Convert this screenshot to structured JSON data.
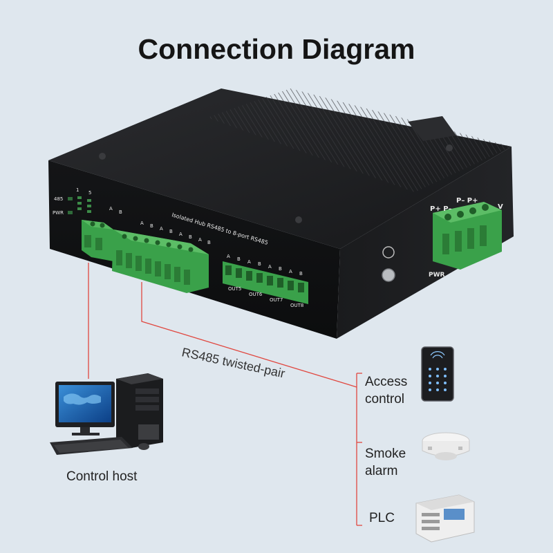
{
  "title": "Connection Diagram",
  "device": {
    "hub_label": "Isolated Hub  RS485 to 8-port RS485",
    "led_labels": [
      "485",
      "PWR"
    ],
    "led_numbers": [
      "1",
      "5"
    ],
    "port_labels": [
      "OUT5",
      "OUT6",
      "OUT7",
      "OUT8"
    ],
    "ab_letter_a": "A",
    "ab_letter_b": "B",
    "power_left": "P+ P–",
    "power_right": "P– P+",
    "power_unit": "V",
    "power_label": "PWR"
  },
  "cable_label": "RS485 twisted-pair",
  "host_label": "Control host",
  "devices": [
    {
      "line1": "Access",
      "line2": "control",
      "icon": "access-control-keypad-icon"
    },
    {
      "line1": "Smoke",
      "line2": "alarm",
      "icon": "smoke-alarm-icon"
    },
    {
      "line1": "PLC",
      "line2": "",
      "icon": "plc-icon"
    }
  ],
  "colors": {
    "background": "#dfe7ee",
    "wire": "#e0473f",
    "terminal_green": "#3aa14a",
    "chassis": "#1b1c1e"
  }
}
